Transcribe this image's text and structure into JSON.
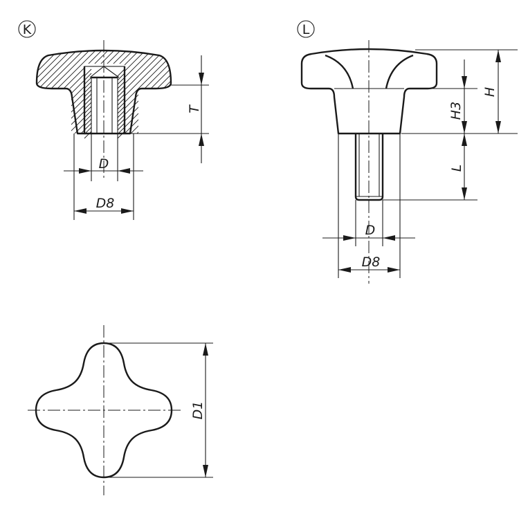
{
  "views": {
    "k": {
      "callout": "K",
      "dim_d": "D",
      "dim_d8": "D8",
      "dim_t": "T"
    },
    "l": {
      "callout": "L",
      "dim_d": "D",
      "dim_d8": "D8",
      "dim_l": "L",
      "dim_h3": "H3",
      "dim_h": "H"
    },
    "top": {
      "dim_d1": "D1"
    }
  },
  "colors": {
    "line": "#1a1a1a",
    "background": "#ffffff"
  }
}
